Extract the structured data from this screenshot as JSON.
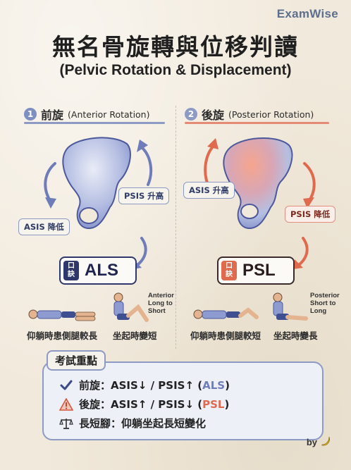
{
  "brand": "ExamWise",
  "title": "無名骨旋轉與位移判讀",
  "subtitle": "(Pelvic Rotation & Displacement)",
  "anterior": {
    "number": "1",
    "heading": "前旋",
    "heading_en": "(Anterior Rotation)",
    "psis_tag": "PSIS 升高",
    "asis_tag": "ASIS 降低",
    "mnemonic_label_1": "口",
    "mnemonic_label_2": "訣",
    "mnemonic": "ALS",
    "caption_lying": "仰躺時患側腿較長",
    "caption_sitting": "坐起時變短",
    "note_1": "Anterior",
    "note_2": "Long to",
    "note_3": "Short",
    "color": "#7f8fbf"
  },
  "posterior": {
    "number": "2",
    "heading": "後旋",
    "heading_en": "(Posterior Rotation)",
    "asis_tag": "ASIS 升高",
    "psis_tag": "PSIS 降低",
    "mnemonic_label_1": "口",
    "mnemonic_label_2": "訣",
    "mnemonic": "PSL",
    "caption_lying": "仰躺時患側腿較短",
    "caption_sitting": "坐起時變長",
    "note_1": "Posterior",
    "note_2": "Short to",
    "note_3": "Long",
    "color": "#e06a4e"
  },
  "summary": {
    "title": "考試重點",
    "row1_prefix": "前旋：ASIS↓ / PSIS↑ (",
    "row1_code": "ALS",
    "row1_suffix": ")",
    "row2_prefix": "後旋：ASIS↑ / PSIS↓ (",
    "row2_code": "PSL",
    "row2_suffix": ")",
    "row3": "長短腳：仰躺坐起長短變化",
    "icons": [
      "check-icon",
      "warning-icon",
      "scale-icon"
    ]
  },
  "signature": "by"
}
